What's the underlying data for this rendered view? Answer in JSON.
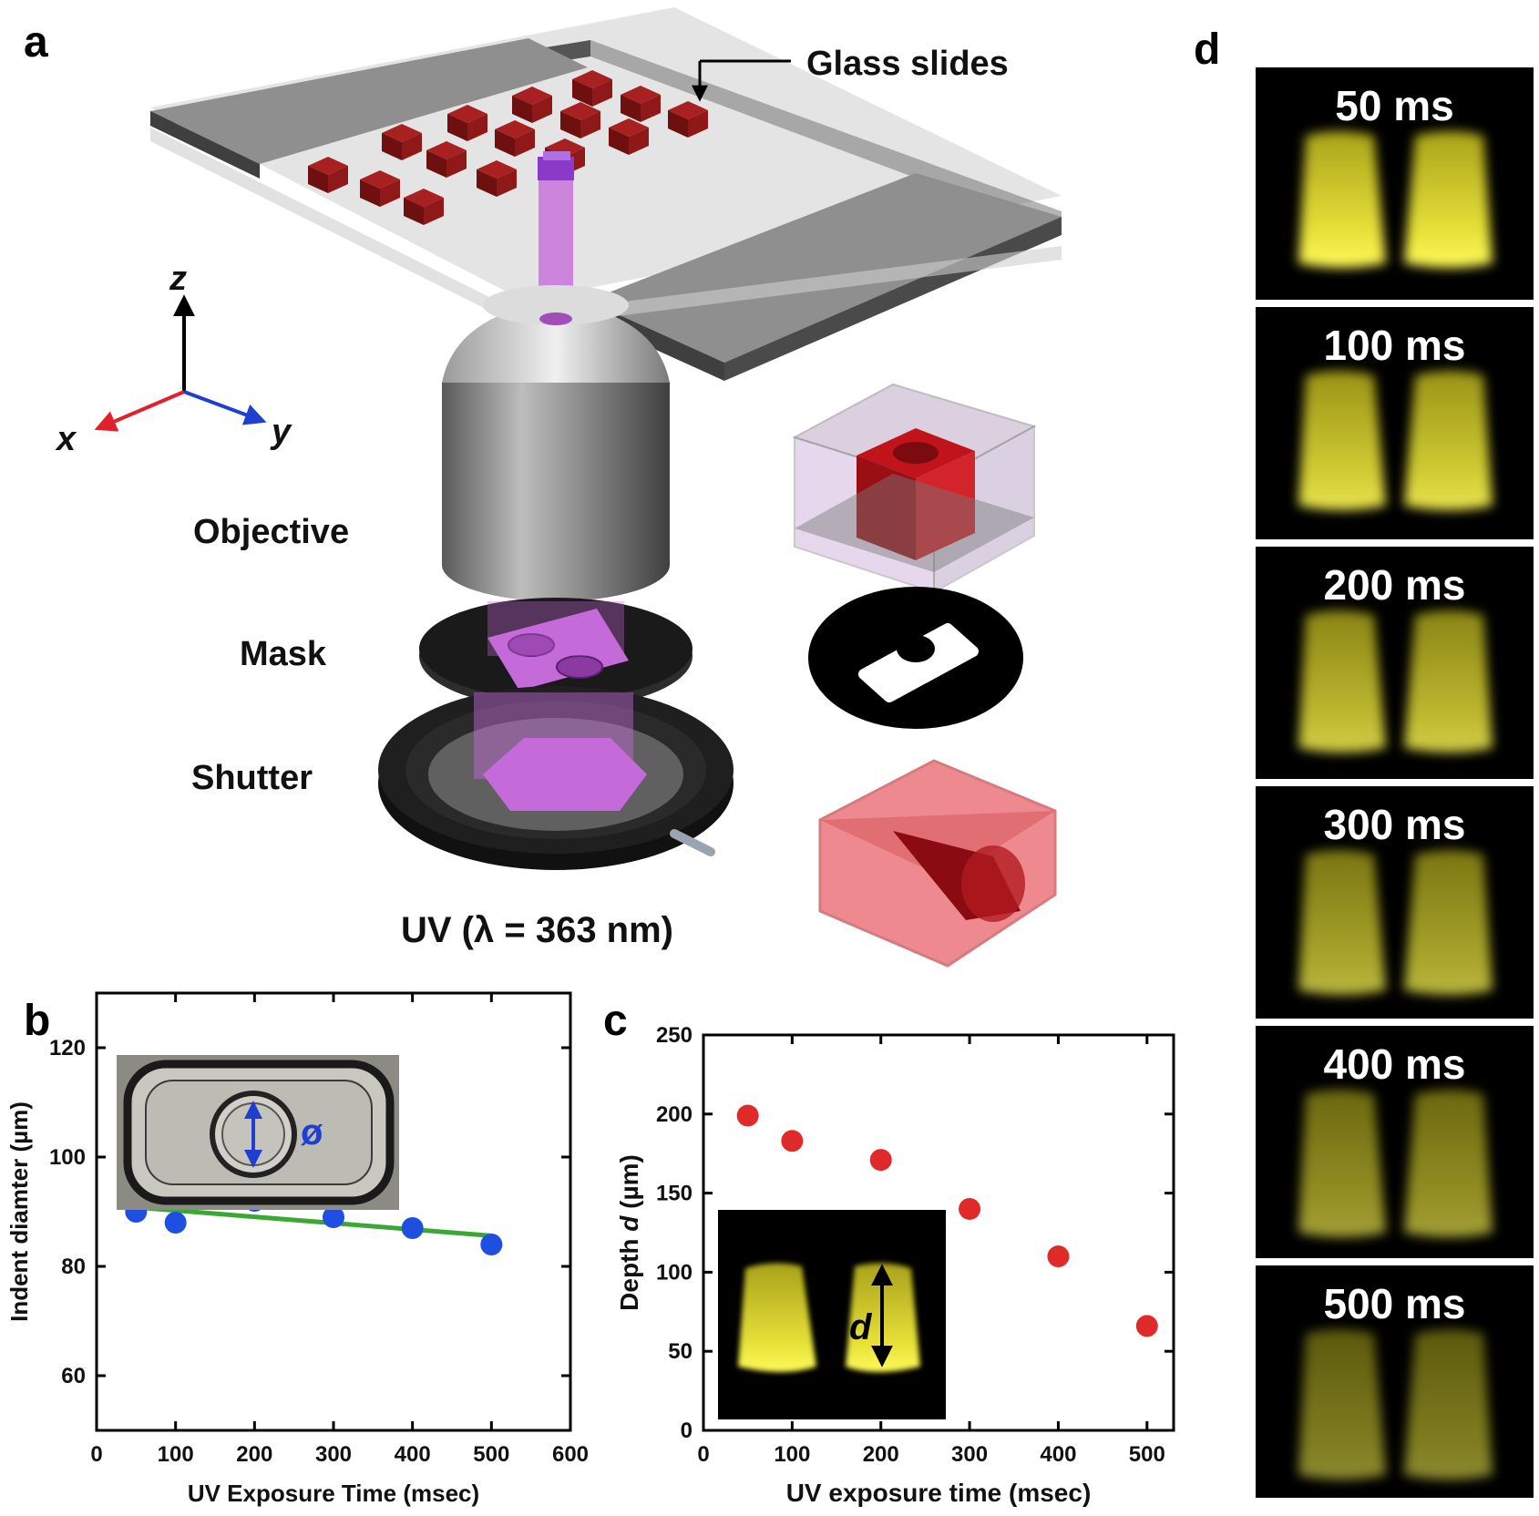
{
  "panels": {
    "a": "a",
    "b": "b",
    "c": "c",
    "d": "d"
  },
  "schematic": {
    "glass_label": "Glass slides",
    "objective_label": "Objective",
    "mask_label": "Mask",
    "shutter_label": "Shutter",
    "uv_label": "UV (λ = 363 nm)",
    "axes": {
      "z": "z",
      "x": "x",
      "y": "y"
    },
    "colors": {
      "x_axis": "#e0202a",
      "y_axis": "#1f3fd0",
      "z_axis": "#000000",
      "posts": "#8a1a1a",
      "beam": "#c56bd9"
    }
  },
  "chart_data": [
    {
      "panel": "b",
      "type": "scatter",
      "xlabel": "UV Exposure Time (msec)",
      "ylabel": "Indent diamter  (µm)",
      "xlim": [
        0,
        600
      ],
      "ylim": [
        50,
        130
      ],
      "xticks": [
        0,
        100,
        200,
        300,
        400,
        500,
        600
      ],
      "yticks": [
        60,
        80,
        100,
        120
      ],
      "series": [
        {
          "x": [
            50,
            100,
            200,
            300,
            400,
            500
          ],
          "y": [
            90,
            88,
            92,
            89,
            87,
            84
          ],
          "color": "#1f4fe0"
        }
      ],
      "fit_line": {
        "x": [
          50,
          500
        ],
        "y": [
          90.8,
          85.6
        ],
        "color": "#3aa832"
      },
      "inset_symbol": "ø"
    },
    {
      "panel": "c",
      "type": "scatter",
      "xlabel": "UV exposure time (msec)",
      "ylabel_parts": [
        "Depth ",
        "d",
        " (µm)"
      ],
      "xlim": [
        0,
        530
      ],
      "ylim": [
        0,
        250
      ],
      "xticks": [
        0,
        100,
        200,
        300,
        400,
        500
      ],
      "yticks": [
        0,
        50,
        100,
        150,
        200,
        250
      ],
      "series": [
        {
          "x": [
            50,
            100,
            200,
            300,
            400,
            500
          ],
          "y": [
            199,
            183,
            171,
            140,
            110,
            66
          ],
          "color": "#e02a2a"
        }
      ],
      "inset_symbol": "d"
    }
  ],
  "panel_d": {
    "times": [
      "50 ms",
      "100 ms",
      "200 ms",
      "300 ms",
      "400 ms",
      "500 ms"
    ]
  }
}
